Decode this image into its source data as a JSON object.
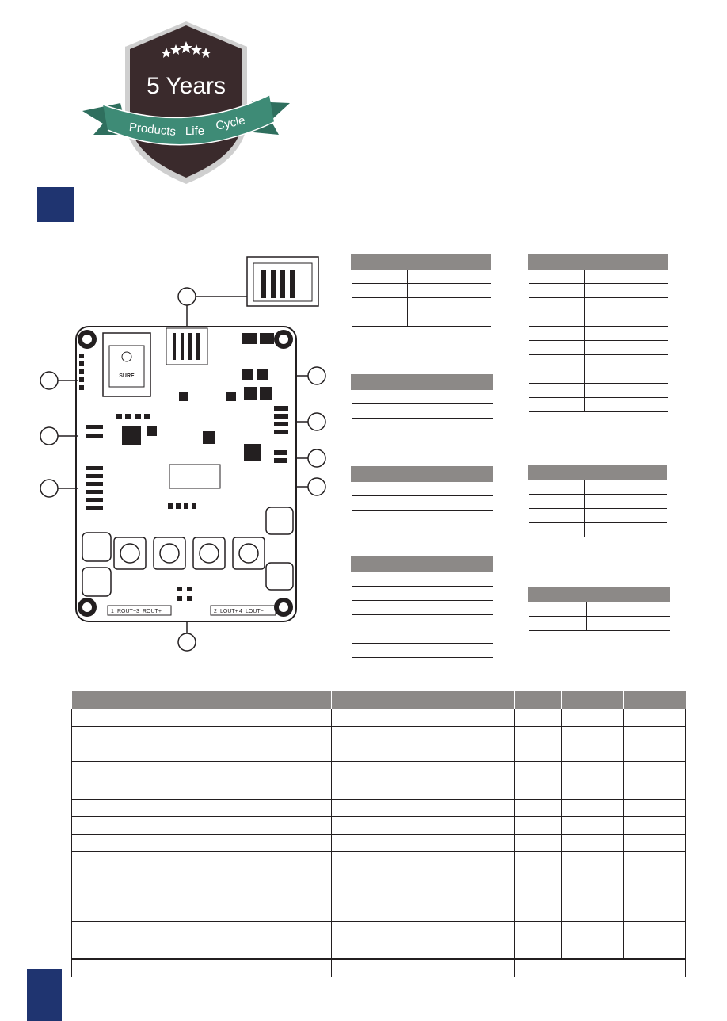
{
  "badge": {
    "headline": "5 Years",
    "ribbon_words": [
      "Products",
      "Life",
      "Cycle"
    ],
    "stars": 5,
    "colors": {
      "shield": "#3a2a2c",
      "ribbon": "#3e8b76",
      "border": "#c9c8c8"
    }
  },
  "accent_color": "#1f3470",
  "pcb": {
    "logo_text": "SURE",
    "terminal_labels": [
      "1",
      "ROUT−",
      "3",
      "ROUT+",
      "2",
      "LOUT+",
      "4",
      "LOUT−"
    ]
  },
  "small_tables": [
    {
      "rows": 4
    },
    {
      "rows": 2
    },
    {
      "rows": 2
    },
    {
      "rows": 6
    },
    {
      "rows": 10
    },
    {
      "rows": 4
    },
    {
      "rows": 2
    }
  ],
  "spec_table": {
    "columns": 5,
    "rows": 14
  }
}
